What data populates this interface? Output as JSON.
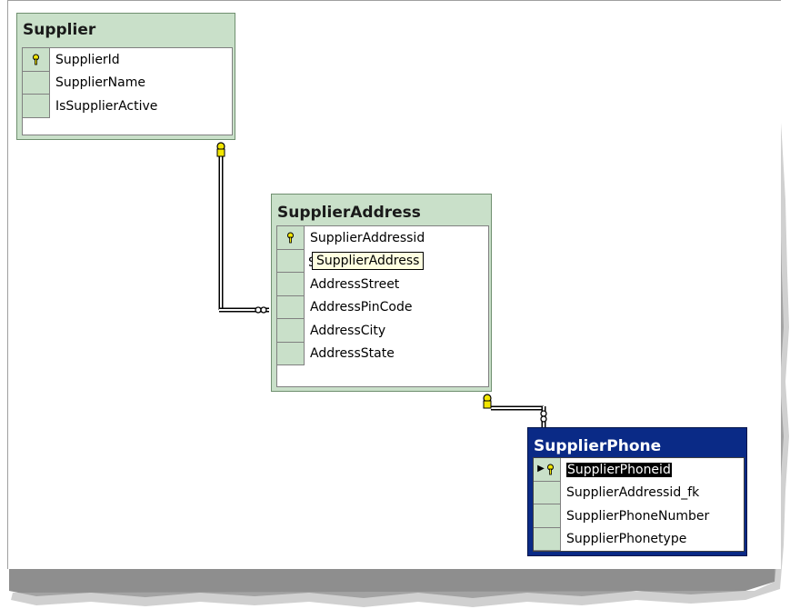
{
  "diagram": {
    "tables": [
      {
        "name": "Supplier",
        "columns": [
          {
            "name": "SupplierId",
            "primary_key": true
          },
          {
            "name": "SupplierName",
            "primary_key": false
          },
          {
            "name": "IsSupplierActive",
            "primary_key": false
          }
        ]
      },
      {
        "name": "SupplierAddress",
        "tooltip": "SupplierAddress",
        "columns": [
          {
            "name": "SupplierAddressid",
            "primary_key": true
          },
          {
            "name": "",
            "primary_key": false,
            "stub": "S"
          },
          {
            "name": "AddressStreet",
            "primary_key": false
          },
          {
            "name": "AddressPinCode",
            "primary_key": false
          },
          {
            "name": "AddressCity",
            "primary_key": false
          },
          {
            "name": "AddressState",
            "primary_key": false
          }
        ]
      },
      {
        "name": "SupplierPhone",
        "selected": true,
        "columns": [
          {
            "name": "SupplierPhoneid",
            "primary_key": true,
            "highlighted": true
          },
          {
            "name": "SupplierAddressid_fk",
            "primary_key": false
          },
          {
            "name": "SupplierPhoneNumber",
            "primary_key": false
          },
          {
            "name": "SupplierPhonetype",
            "primary_key": false
          }
        ]
      }
    ],
    "relationships": [
      {
        "from": "Supplier",
        "to": "SupplierAddress",
        "from_end": "key",
        "to_end": "infinity"
      },
      {
        "from": "SupplierAddress",
        "to": "SupplierPhone",
        "from_end": "key",
        "to_end": "infinity"
      }
    ],
    "colors": {
      "table_fill": "#c9e0c9",
      "selected_title": "#0a2a86",
      "key_icon": "#e8d200"
    }
  }
}
